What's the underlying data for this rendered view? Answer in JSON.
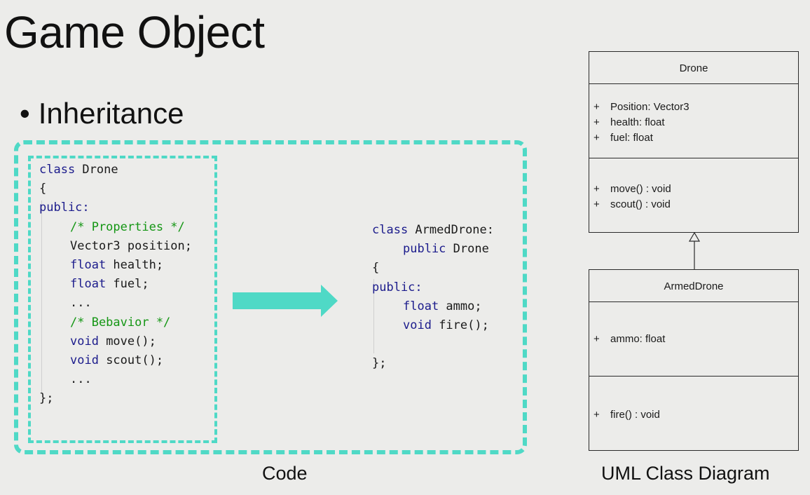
{
  "title": "Game Object",
  "bullet": "Inheritance",
  "code_left": {
    "lines": [
      {
        "indent": 0,
        "kw": "class",
        "text": " Drone",
        "cm": ""
      },
      {
        "indent": 0,
        "kw": "",
        "text": "{",
        "cm": ""
      },
      {
        "indent": 0,
        "kw": "public:",
        "text": "",
        "cm": ""
      },
      {
        "indent": 1,
        "kw": "",
        "text": "",
        "cm": "/* Properties */"
      },
      {
        "indent": 1,
        "kw": "",
        "text": "Vector3 position;",
        "cm": ""
      },
      {
        "indent": 1,
        "kw": "float",
        "text": " health;",
        "cm": ""
      },
      {
        "indent": 1,
        "kw": "float",
        "text": " fuel;",
        "cm": ""
      },
      {
        "indent": 1,
        "kw": "",
        "text": "...",
        "cm": ""
      },
      {
        "indent": 1,
        "kw": "",
        "text": "",
        "cm": "/* Bebavior */"
      },
      {
        "indent": 1,
        "kw": "void",
        "text": " move();",
        "cm": ""
      },
      {
        "indent": 1,
        "kw": "void",
        "text": " scout();",
        "cm": ""
      },
      {
        "indent": 1,
        "kw": "",
        "text": "...",
        "cm": ""
      },
      {
        "indent": 0,
        "kw": "",
        "text": "};",
        "cm": ""
      }
    ]
  },
  "code_right": {
    "lines": [
      {
        "indent": 0,
        "kw": "class",
        "text": " ArmedDrone:",
        "cm": ""
      },
      {
        "indent": 1,
        "kw": "public",
        "text": " Drone",
        "cm": ""
      },
      {
        "indent": 0,
        "kw": "",
        "text": "{",
        "cm": ""
      },
      {
        "indent": 0,
        "kw": "public:",
        "text": "",
        "cm": ""
      },
      {
        "indent": 1,
        "kw": "float",
        "text": " ammo;",
        "cm": ""
      },
      {
        "indent": 1,
        "kw": "void",
        "text": " fire();",
        "cm": ""
      },
      {
        "indent": 0,
        "kw": "",
        "text": "",
        "cm": ""
      },
      {
        "indent": 0,
        "kw": "",
        "text": "};",
        "cm": ""
      }
    ]
  },
  "caption_code": "Code",
  "uml": {
    "drone": {
      "name": "Drone",
      "attributes": [
        {
          "vis": "+",
          "text": "Position: Vector3"
        },
        {
          "vis": "+",
          "text": "health: float"
        },
        {
          "vis": "+",
          "text": "fuel: float"
        }
      ],
      "operations": [
        {
          "vis": "+",
          "text": "move() : void"
        },
        {
          "vis": "+",
          "text": "scout() : void"
        }
      ]
    },
    "armed_drone": {
      "name": "ArmedDrone",
      "attributes": [
        {
          "vis": "+",
          "text": "ammo: float"
        }
      ],
      "operations": [
        {
          "vis": "+",
          "text": "fire() : void"
        }
      ]
    }
  },
  "caption_uml": "UML Class Diagram",
  "colors": {
    "accent_teal": "#4fd9c6",
    "keyword": "#1c1c8c",
    "comment": "#149614"
  }
}
